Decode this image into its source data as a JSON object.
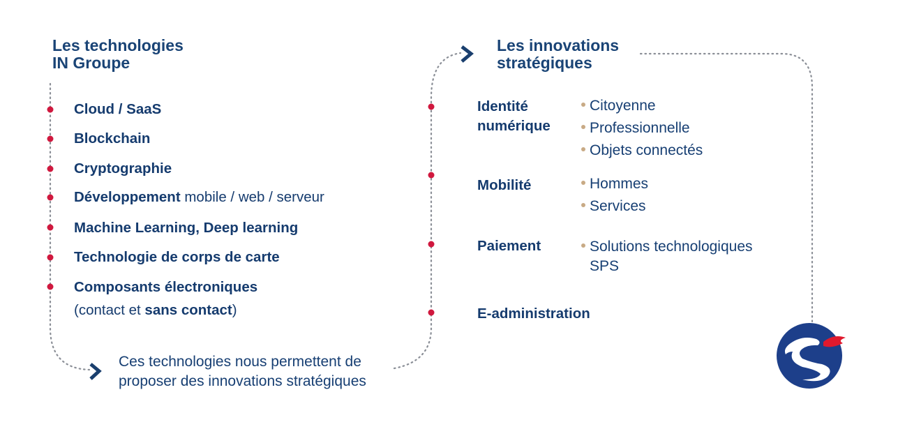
{
  "colors": {
    "title": "#1a4476",
    "text": "#173f73",
    "timeline_dot": "#d0183e",
    "sub_bullet": "#c8aa85",
    "dotted_line": "#8a8e96",
    "logo_circle": "#1d3f8a",
    "logo_flame": "#e0192d"
  },
  "left": {
    "title_line1": "Les technologies",
    "title_line2": "IN Groupe",
    "items": [
      {
        "bold": "Cloud / SaaS",
        "rest": ""
      },
      {
        "bold": "Blockchain",
        "rest": ""
      },
      {
        "bold": "Cryptographie",
        "rest": ""
      },
      {
        "bold": "Développement",
        "rest": " mobile / web / serveur"
      },
      {
        "bold": "Machine Learning, Deep learning",
        "rest": ""
      },
      {
        "bold": "Technologie de corps de carte",
        "rest": ""
      },
      {
        "bold": "Composants électroniques",
        "rest": ""
      }
    ],
    "item7_line2_pre": "(contact et ",
    "item7_line2_bold": "sans contact",
    "item7_line2_post": ")"
  },
  "conclusion": {
    "line1": "Ces technologies nous permettent de",
    "line2": "proposer des innovations stratégiques"
  },
  "right": {
    "title_line1": "Les innovations",
    "title_line2": "stratégiques",
    "categories": [
      {
        "label_line1": "Identité",
        "label_line2": "numérique",
        "subs": [
          "Citoyenne",
          "Professionnelle",
          "Objets connectés"
        ]
      },
      {
        "label_line1": "Mobilité",
        "label_line2": "",
        "subs": [
          "Hommes",
          "Services"
        ]
      },
      {
        "label_line1": "Paiement",
        "label_line2": "",
        "subs": [
          "Solutions technologiques",
          "SPS"
        ]
      },
      {
        "label_line1": "E-administration",
        "label_line2": "",
        "subs": []
      }
    ]
  },
  "logo": {
    "name": "salamander-logo"
  }
}
